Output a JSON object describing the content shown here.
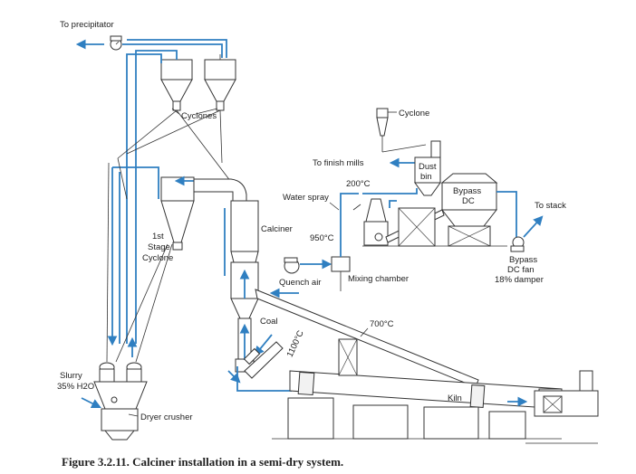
{
  "labels": {
    "to_precipitator": "To precipitator",
    "cyclones": "Cyclones",
    "cyclone": "Cyclone",
    "to_finish_mills": "To finish mills",
    "dust_bin_line1": "Dust",
    "dust_bin_line2": "bin",
    "temp_200": "200°C",
    "water_spray": "Water spray",
    "bypass_dc_line1": "Bypass",
    "bypass_dc_line2": "DC",
    "to_stack": "To stack",
    "calciner": "Calciner",
    "first_stage_line1": "1st",
    "first_stage_line2": "Stage",
    "first_stage_line3": "Cyclone",
    "temp_950": "950°C",
    "bypass_fan_line1": "Bypass",
    "bypass_fan_line2": "DC fan",
    "bypass_fan_line3": "18% damper",
    "quench_air": "Quench air",
    "mixing_chamber": "Mixing chamber",
    "coal": "Coal",
    "temp_700": "700°C",
    "temp_1100": "1100°C",
    "slurry_line1": "Slurry",
    "slurry_line2": "35% H2O",
    "kiln": "Kiln",
    "dryer_crusher": "Dryer crusher"
  },
  "caption": "Figure 3.2.11. Calciner installation in a semi-dry system.",
  "colors": {
    "flow": "#2f7fc1",
    "equipment": "#333333"
  }
}
